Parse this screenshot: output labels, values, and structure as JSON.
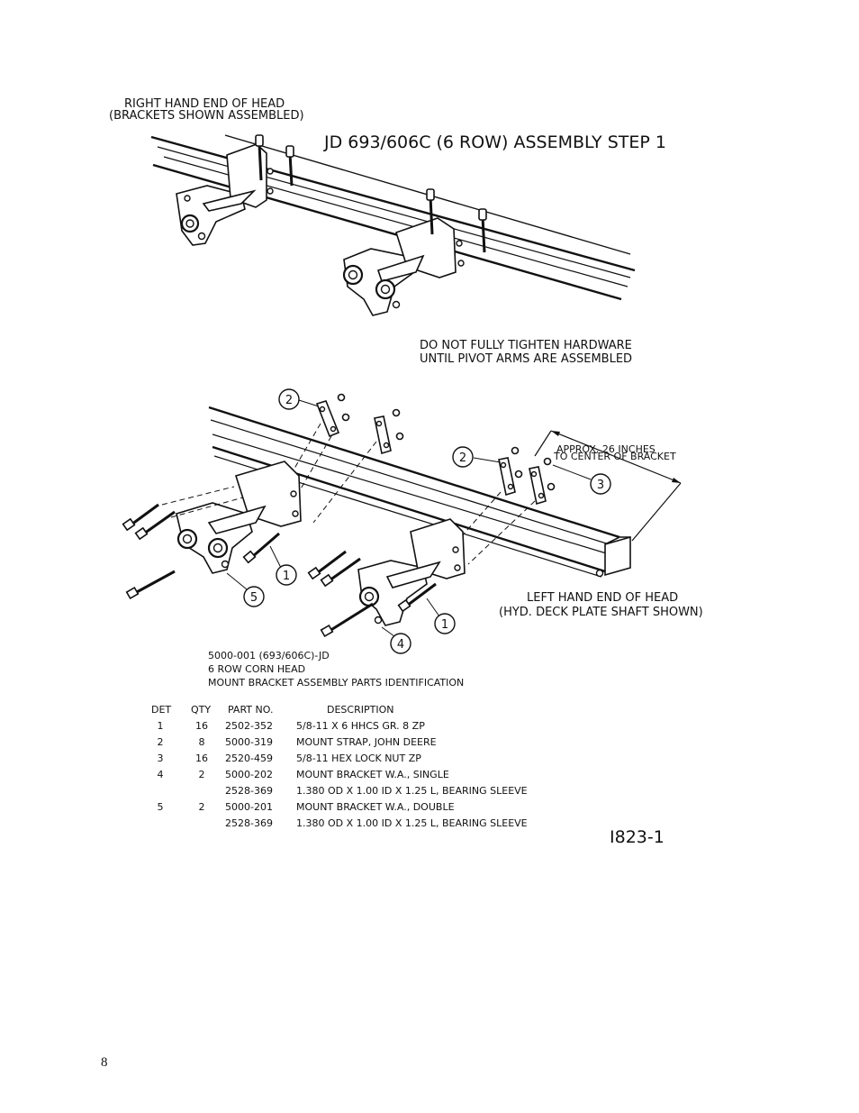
{
  "top_view": {
    "caption_line1": "RIGHT HAND END OF HEAD",
    "caption_line2": "(BRACKETS SHOWN ASSEMBLED)",
    "title": "JD 693/606C (6 ROW) ASSEMBLY STEP 1"
  },
  "note": {
    "line1": "DO NOT FULLY TIGHTEN HARDWARE",
    "line2": "UNTIL PIVOT ARMS ARE ASSEMBLED"
  },
  "bottom_view": {
    "dimension_line1": "APPROX. 26 INCHES",
    "dimension_line2": "TO CENTER OF BRACKET",
    "caption_line1": "LEFT HAND END OF HEAD",
    "caption_line2": "(HYD. DECK PLATE SHAFT SHOWN)"
  },
  "callouts": {
    "strap_a": "2",
    "strap_b": "2",
    "nut": "3",
    "bolt_a": "1",
    "bolt_b": "1",
    "bracket_double": "5",
    "bracket_single": "4"
  },
  "identification": {
    "line1": "5000-001 (693/606C)-JD",
    "line2": "6 ROW CORN HEAD",
    "line3": "MOUNT BRACKET ASSEMBLY PARTS IDENTIFICATION"
  },
  "parts_table": {
    "headers": [
      "DET",
      "QTY",
      "PART NO.",
      "DESCRIPTION"
    ],
    "rows": [
      {
        "det": "1",
        "qty": "16",
        "part": "2502-352",
        "desc": "5/8-11 X 6 HHCS GR. 8 ZP"
      },
      {
        "det": "2",
        "qty": "8",
        "part": "5000-319",
        "desc": "MOUNT STRAP, JOHN DEERE"
      },
      {
        "det": "3",
        "qty": "16",
        "part": "2520-459",
        "desc": "5/8-11 HEX LOCK NUT ZP"
      },
      {
        "det": "4",
        "qty": "2",
        "part": "5000-202",
        "desc": "MOUNT BRACKET W.A., SINGLE"
      },
      {
        "det": "",
        "qty": "",
        "part": "2528-369",
        "desc": "1.380 OD X 1.00 ID X 1.25 L, BEARING SLEEVE"
      },
      {
        "det": "5",
        "qty": "2",
        "part": "5000-201",
        "desc": "MOUNT BRACKET W.A., DOUBLE"
      },
      {
        "det": "",
        "qty": "",
        "part": "2528-369",
        "desc": "1.380 OD X 1.00 ID X 1.25 L, BEARING SLEEVE"
      }
    ]
  },
  "drawing_number": "I823-1",
  "page_number": "8"
}
